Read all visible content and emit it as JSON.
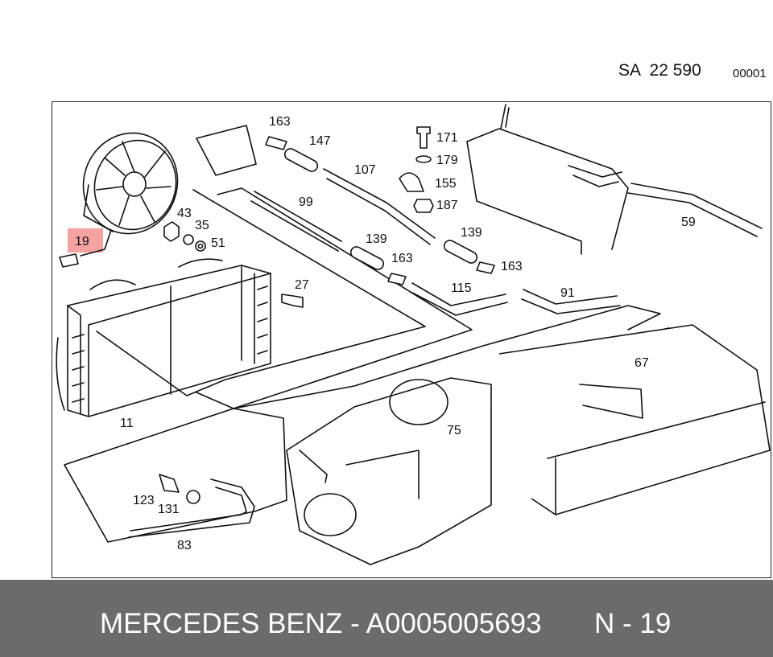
{
  "header": {
    "reference": "SA  22 590",
    "code": "00001"
  },
  "highlight": {
    "label": "19",
    "color": "#f28b8b"
  },
  "callouts": [
    "163",
    "147",
    "107",
    "171",
    "179",
    "155",
    "187",
    "99",
    "139",
    "139",
    "163",
    "163",
    "115",
    "91",
    "59",
    "43",
    "35",
    "51",
    "27",
    "67",
    "11",
    "75",
    "123",
    "131",
    "83"
  ],
  "footer": {
    "brand_part": "MERCEDES BENZ - A0005005693",
    "position": "N - 19",
    "background": "#6b6b6b",
    "text_color": "#ffffff"
  }
}
